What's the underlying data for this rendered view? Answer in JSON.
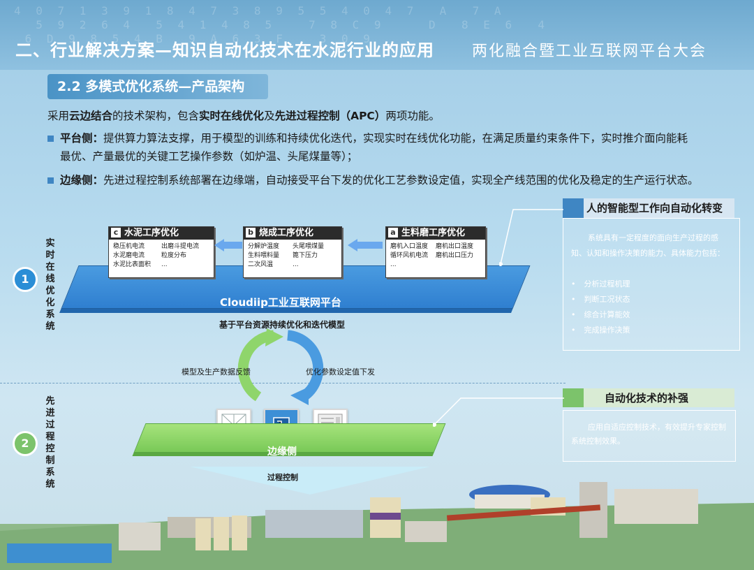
{
  "header": {
    "main_title": "二、行业解决方案—知识自动化技术在水泥行业的应用",
    "brand": "两化融合暨工业互联网平台大会"
  },
  "section": {
    "label": "2.2 多模式优化系统—产品架构"
  },
  "intro": {
    "p1_a": "采用",
    "p1_b": "云边结合",
    "p1_c": "的技术架构，包含",
    "p1_d": "实时在线优化",
    "p1_e": "及",
    "p1_f": "先进过程控制（APC）",
    "p1_g": "两项功能。",
    "b1_head": "平台侧：",
    "b1_line1": "提供算力算法支撑，用于模型的训练和持续优化迭代，实现实时在线优化功能，在满足质量约束条件下，实时推介面向能耗",
    "b1_line2": "最优、产量最优的关键工艺操作参数（如炉温、头尾煤量等）；",
    "b2_head": "边缘侧：",
    "b2_text": "先进过程控制系统部署在边缘端，自动接受平台下发的优化工艺参数设定值，实现全产线范围的优化及稳定的生产运行状态。"
  },
  "left_labels": {
    "top": [
      "实",
      "时",
      "在",
      "线",
      "优",
      "化",
      "系",
      "统"
    ],
    "top_num": "1",
    "bottom": [
      "先",
      "进",
      "过",
      "程",
      "控",
      "制",
      "系",
      "统"
    ],
    "bottom_num": "2"
  },
  "cards": [
    {
      "letter": "c",
      "title": "水泥工序优化",
      "rows": [
        [
          "稳压机电流",
          "出磨斗提电流"
        ],
        [
          "水泥磨电流",
          "粒度分布"
        ],
        [
          "水泥比表面积",
          "..."
        ]
      ]
    },
    {
      "letter": "b",
      "title": "烧成工序优化",
      "rows": [
        [
          "分解炉温度",
          "头尾喂煤量"
        ],
        [
          "生料喂料量",
          "篦下压力"
        ],
        [
          "二次风温",
          "..."
        ]
      ]
    },
    {
      "letter": "a",
      "title": "生料磨工序优化",
      "rows": [
        [
          "磨机入口温度",
          "磨机出口温度"
        ],
        [
          "循环风机电流",
          "磨机出口压力"
        ],
        [
          "...",
          ""
        ]
      ]
    }
  ],
  "platform": {
    "label": "Cloudiip工业互联网平台"
  },
  "cycle": {
    "title": "基于平台资源持续优化和迭代模型",
    "left": "模型及生产数据反馈",
    "right": "优化参数设定值下发"
  },
  "edge": {
    "label": "边缘侧",
    "funnel_label": "过程控制"
  },
  "right_panel_1": {
    "title": "人的智能型工作向自动化转变",
    "body": "系统具有一定程度的面向生产过程的感知、认知和操作决策的能力、具体能力包括：",
    "items": [
      "分析过程机理",
      "判断工况状态",
      "综合计算能效",
      "完成操作决策"
    ]
  },
  "right_panel_2": {
    "title": "自动化技术的补强",
    "body": "应用自适应控制技术，有效提升专家控制系统控制效果。"
  },
  "colors": {
    "blue_platform": "#2f7fd0",
    "green_platform": "#79c957",
    "accent_blue": "#3f86c3",
    "accent_green": "#7cc36b"
  }
}
